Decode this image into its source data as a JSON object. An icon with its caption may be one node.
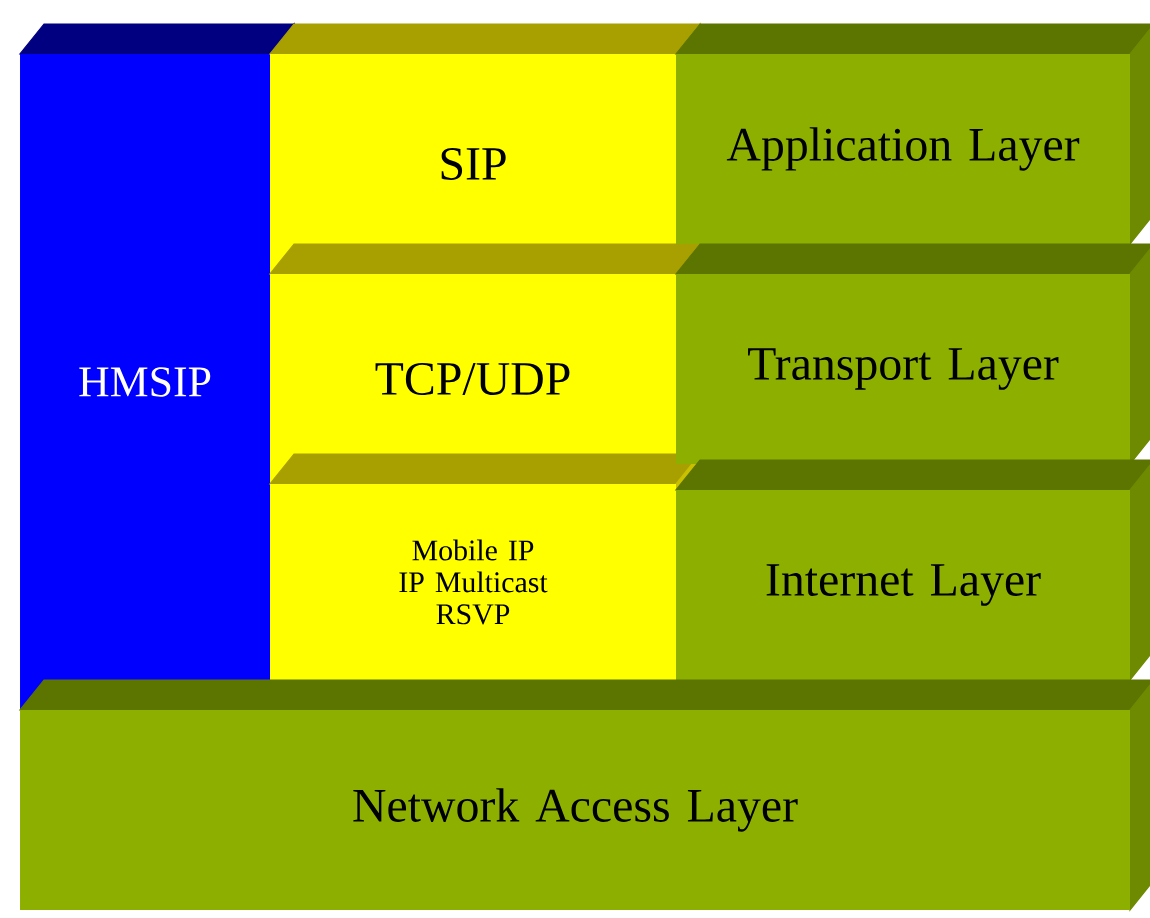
{
  "diagram": {
    "nodes": [
      {
        "text": [
          "HMSIP"
        ]
      },
      {
        "text": [
          "SIP"
        ]
      },
      {
        "text": [
          "TCP/UDP"
        ]
      },
      {
        "text": [
          "Mobile IP",
          "IP Multicast",
          "RSVP"
        ]
      },
      {
        "text": [
          "Application Layer"
        ]
      },
      {
        "text": [
          "Transport Layer"
        ]
      },
      {
        "text": [
          "Internet Layer"
        ]
      },
      {
        "text": [
          "Network Access Layer"
        ]
      }
    ]
  }
}
